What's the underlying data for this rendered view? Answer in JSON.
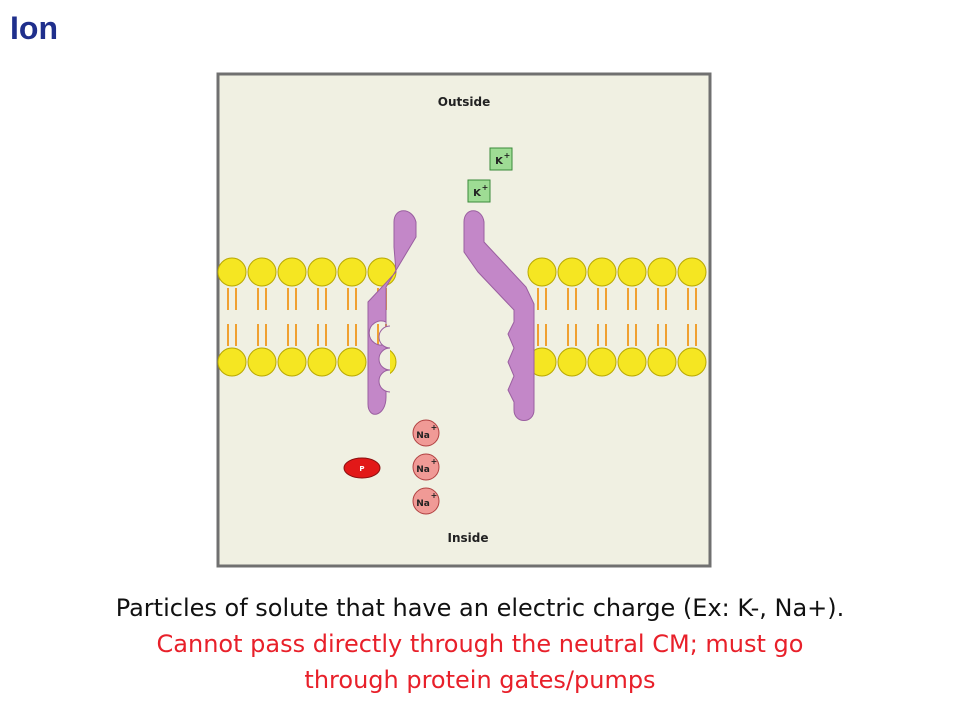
{
  "slide": {
    "title": "Ion"
  },
  "diagram": {
    "outside_label": "Outside",
    "inside_label": "Inside",
    "potassium_label": "K",
    "sodium_label": "Na",
    "charge_sign": "+",
    "phosphate_label": "P",
    "colors": {
      "frame": "#707070",
      "background": "#f0f0e2",
      "phospholipid_head": "#f5e622",
      "phospholipid_tail": "#f0a030",
      "channel_protein": "#c387c8",
      "potassium_box": "#9edc94",
      "sodium_circle": "#f09a96",
      "phosphate": "#e21818"
    }
  },
  "caption": {
    "line1": "Particles of solute that have an electric charge (Ex: K-, Na+).",
    "line2": "Cannot pass directly through the neutral CM; must go",
    "line3": "through protein gates/pumps"
  }
}
